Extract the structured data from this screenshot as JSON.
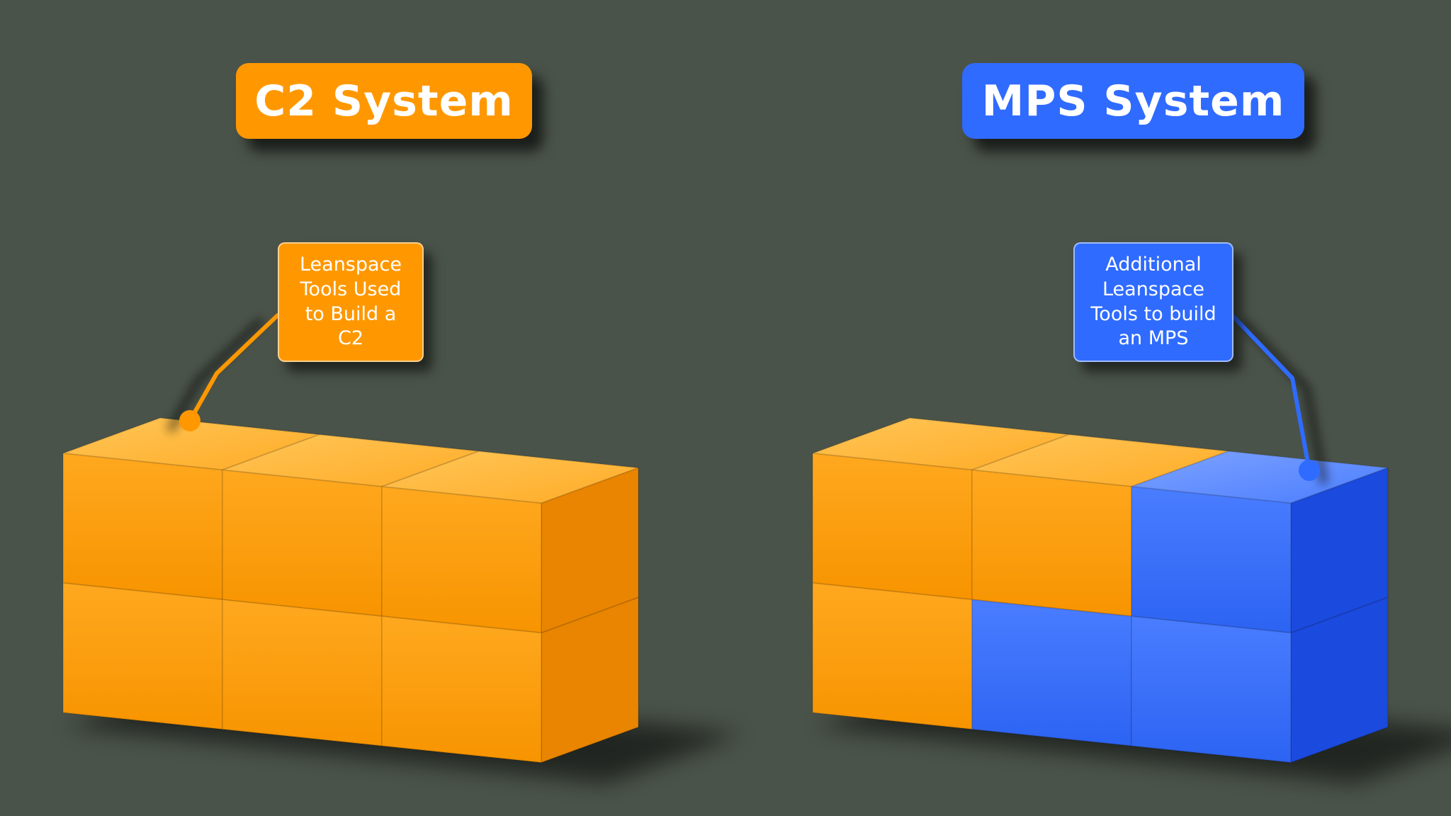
{
  "background_color": "#4a5349",
  "left_panel": {
    "header_label": "C2 System",
    "callout_text": "Leanspace\nTools Used\nto Build a\nC2",
    "accent_color": "#ff9800"
  },
  "right_panel": {
    "header_label": "MPS System",
    "callout_text": "Additional\nLeanspace\nTools to build\nan MPS",
    "accent_color": "#2f6bff"
  },
  "palette": {
    "orange": {
      "front": "#f79400",
      "front_light": "#ffa81f",
      "top": "#ffab26",
      "top_light": "#ffc658",
      "side": "#e98500"
    },
    "blue": {
      "front": "#2c63f2",
      "front_light": "#4a7dff",
      "top": "#4a7dff",
      "top_light": "#7ea3ff",
      "side": "#1b4ade"
    }
  },
  "structures": {
    "c2": {
      "grid": [
        [
          "orange",
          "orange",
          "orange"
        ],
        [
          "orange",
          "orange",
          "orange"
        ]
      ]
    },
    "mps": {
      "grid": [
        [
          "orange",
          "orange",
          "blue"
        ],
        [
          "orange",
          "blue",
          "blue"
        ]
      ]
    }
  }
}
